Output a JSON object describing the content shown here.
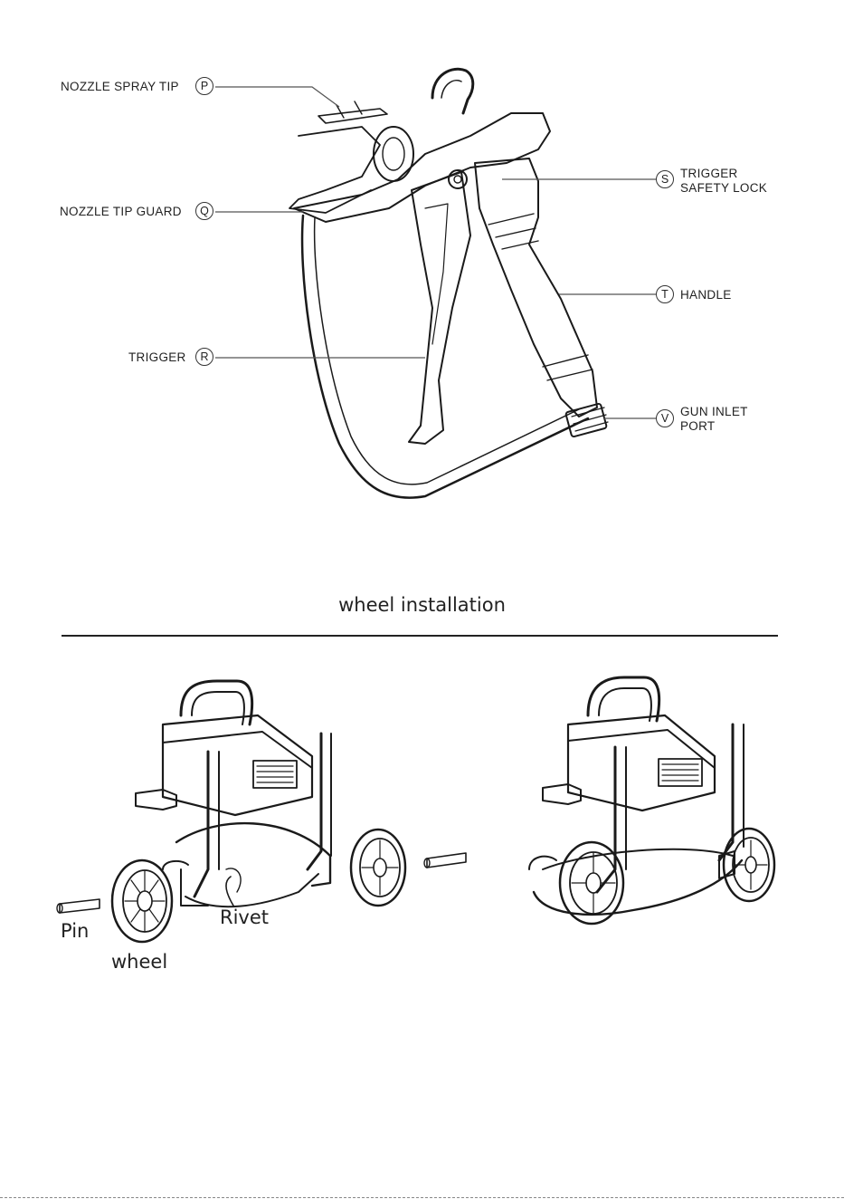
{
  "gun_callouts": {
    "p": {
      "letter": "P",
      "label": "NOZZLE SPRAY TIP"
    },
    "q": {
      "letter": "Q",
      "label": "NOZZLE TIP GUARD"
    },
    "r": {
      "letter": "R",
      "label": "TRIGGER"
    },
    "s": {
      "letter": "S",
      "label_line1": "TRIGGER",
      "label_line2": "SAFETY LOCK"
    },
    "t": {
      "letter": "T",
      "label": "HANDLE"
    },
    "v": {
      "letter": "V",
      "label_line1": "GUN INLET",
      "label_line2": "PORT"
    }
  },
  "section_title": "wheel installation",
  "parts": {
    "pin": "Pin",
    "rivet": "Rivet",
    "wheel": "wheel"
  }
}
